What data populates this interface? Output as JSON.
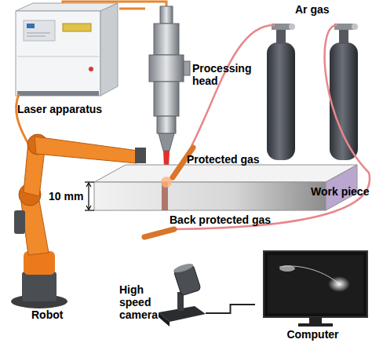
{
  "diagram": {
    "nodes": [
      {
        "text": [
          "Laser apparatus"
        ]
      },
      {
        "text": [
          "Processing head"
        ]
      },
      {
        "text": [
          "Ar gas"
        ]
      },
      {
        "text": [
          "High speed camera"
        ]
      },
      {
        "text": [
          "Computer"
        ]
      }
    ],
    "edges": [
      {
        "from": 0,
        "to": 1,
        "arrow": "none"
      },
      {
        "from": 3,
        "to": 4,
        "arrow": "none"
      }
    ],
    "labels": [
      "Protected gas",
      "Back protected gas",
      "Work piece",
      "10 mm",
      "Robot"
    ]
  }
}
